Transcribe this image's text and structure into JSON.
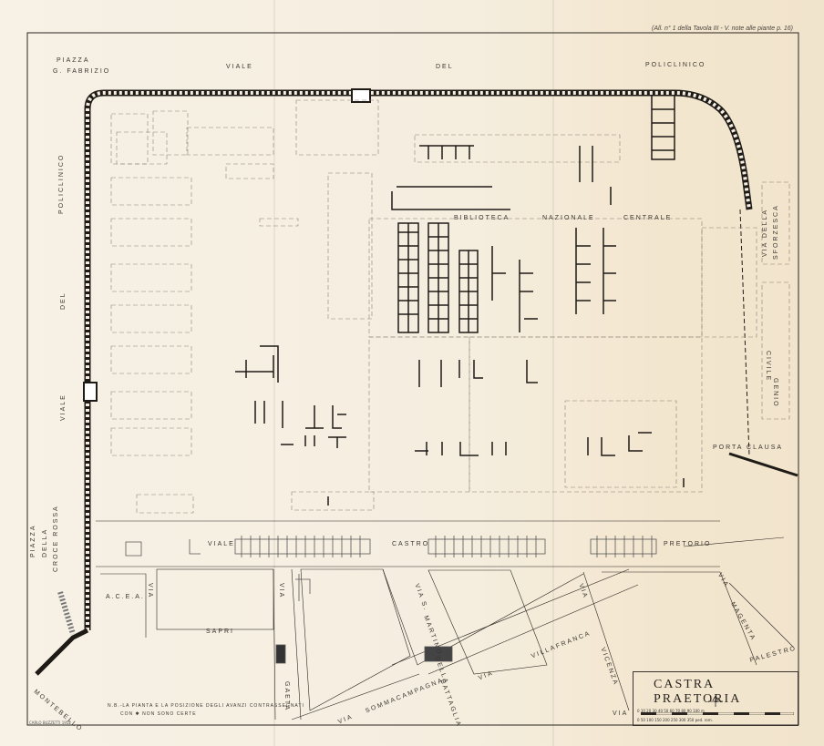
{
  "reference_note": "(All. n° 1 della Tavola III - V. note alle piante p. 16)",
  "legend": {
    "title": "CASTRA PRAETORIA",
    "scale_top": "0   10   20   30   40   50   60   70   80   90   100 m",
    "scale_bottom": "0   50   100   150   200   250   300   350  ped. rom."
  },
  "note_line1": "N.B.-LA PIANTA E LA POSIZIONE DEGLI AVANZI CONTRASSEGNATI",
  "note_line2": "CON  ✱  NON SONO CERTE",
  "signature": "CARLO BUZZETTI 1952",
  "labels": {
    "piazza": "PIAZZA",
    "fabrizio": "G. FABRIZIO",
    "viale_top": "VIALE",
    "del_top": "DEL",
    "policlinico_top": "POLICLINICO",
    "policlinico_left": "POLICLINICO",
    "del_left": "DEL",
    "viale_left": "VIALE",
    "piazza_left": "PIAZZA",
    "della_left": "DELLA",
    "croce_rossa": "CROCE ROSSA",
    "biblioteca": "BIBLIOTECA",
    "nazionale": "NAZIONALE",
    "centrale": "CENTRALE",
    "via_della": "VIA DELLA",
    "sforzesca": "SFORZESCA",
    "civile": "CIVILE",
    "genio": "GENIO",
    "porta_clausa": "PORTA CLAUSA",
    "viale_castro": "VIALE",
    "castro": "CASTRO",
    "pretorio": "PRETORIO",
    "acea": "A.C.E.A.",
    "via_sapri": "VIA",
    "sapri": "SAPRI",
    "via_gaeta": "VIA",
    "gaeta": "GAETA",
    "via_s": "VIA S.",
    "martino": "MARTINO",
    "della_batt": "DELLA",
    "battaglia": "BATTAGLIA",
    "via_villafranca": "VIA",
    "villafranca": "VILLAFRANCA",
    "via_somma": "VIA",
    "sommacampagna": "SOMMACAMPAGNA",
    "via_vicenza": "VIA",
    "vicenza": "VICENZA",
    "via_magenta": "VIA",
    "magenta": "MAGENTA",
    "palestro": "PALESTRO",
    "montebello": "MONTEBELLO",
    "via_bottom": "VIA"
  },
  "colors": {
    "ink": "#2a2520",
    "dashed": "#8a8075",
    "paper": "#f6efe2",
    "hatch": "#777"
  }
}
